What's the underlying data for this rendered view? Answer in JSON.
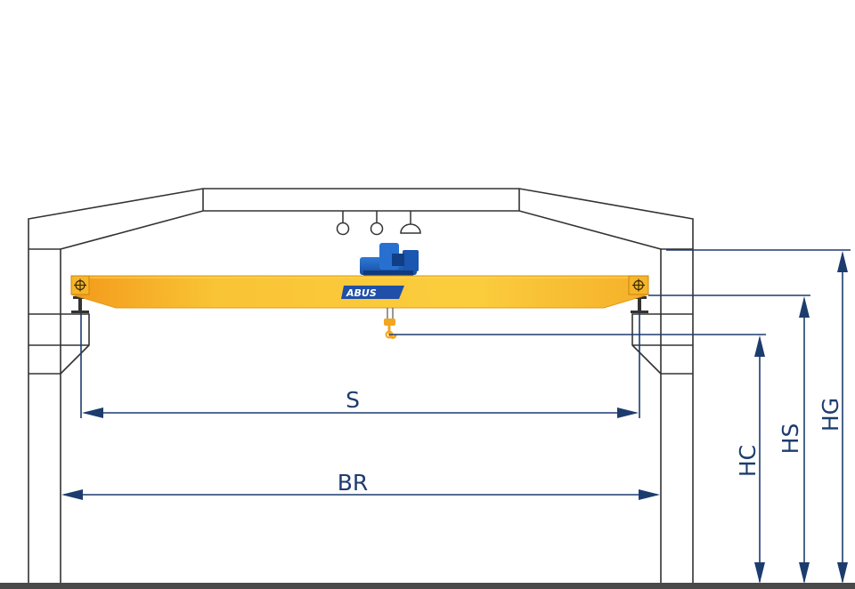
{
  "labels": {
    "span": "S",
    "building_width": "BR",
    "hook_height": "HC",
    "rail_height": "HS",
    "building_height": "HG"
  },
  "crane": {
    "brand": "ABUS"
  },
  "colors": {
    "building_line": "#333333",
    "dimension_line": "#1d3c6e",
    "girder": "#f7bb2a",
    "girder_edge": "#e39a13",
    "hoist": "#1f5fbf",
    "brand_plate": "#1f4fa8",
    "floor": "#4a4a4a"
  }
}
